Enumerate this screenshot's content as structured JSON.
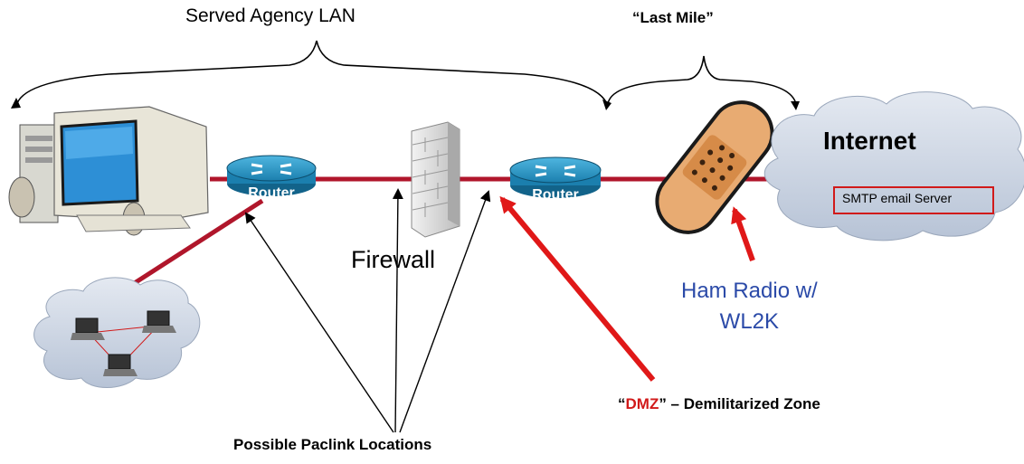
{
  "labels": {
    "served_agency_lan": "Served Agency LAN",
    "last_mile": "“Last Mile”",
    "internet": "Internet",
    "smtp_server": "SMTP email Server",
    "firewall": "Firewall",
    "ham_radio_line1": "Ham Radio w/",
    "ham_radio_line2": "WL2K",
    "dmz_open_quote": "“",
    "dmz_word": "DMZ",
    "dmz_rest": "” – Demilitarized Zone",
    "paclink_locations": "Possible Paclink Locations",
    "router_1": "Router",
    "router_2": "Router"
  },
  "icons": [
    "desktop-computer-icon",
    "router-icon",
    "firewall-brick-wall-icon",
    "bandage-icon",
    "cloud-icon",
    "laptop-icon"
  ],
  "colors": {
    "link_line": "#b0162b",
    "arrow_red": "#e01818",
    "router_blue": "#1b7fae",
    "cloud": "#c9d3e2",
    "ham_text": "#2b4aa8",
    "bandage": "#e8ab72"
  }
}
